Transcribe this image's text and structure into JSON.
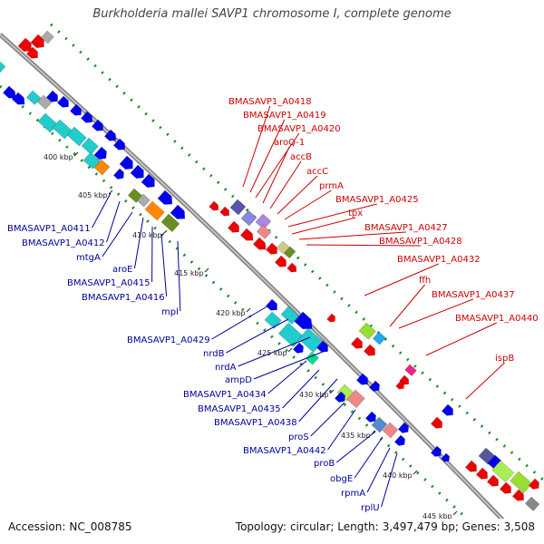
{
  "title": "Burkholderia mallei SAVP1 chromosome I, complete genome",
  "footer": {
    "accession_label": "Accession:",
    "accession": "NC_008785",
    "topology_label": "Topology:",
    "topology": "circular",
    "length_label": "Length:",
    "length": "3,497,479 bp",
    "genes_label": "Genes:",
    "genes": "3,508"
  },
  "colors": {
    "forward_strand": "#0000ee",
    "reverse_strand": "#ee0000",
    "backbone": "#888888",
    "tick_marks": "#008800",
    "forward_label": "#000099",
    "reverse_label": "#cc0000"
  },
  "ticks": [
    "400 kbp",
    "405 kbp",
    "410 kbp",
    "415 kbp",
    "420 kbp",
    "425 kbp",
    "430 kbp",
    "435 kbp",
    "440 kbp",
    "445 kbp"
  ],
  "forward_labels": [
    "BMASAVP1_A0411",
    "BMASAVP1_A0412",
    "mtgA",
    "aroE",
    "BMASAVP1_A0415",
    "BMASAVP1_A0416",
    "mpl",
    "BMASAVP1_A0429",
    "nrdB",
    "nrdA",
    "ampD",
    "BMASAVP1_A0434",
    "BMASAVP1_A0435",
    "BMASAVP1_A0438",
    "proS",
    "BMASAVP1_A0442",
    "proB",
    "obgE",
    "rpmA",
    "rplU"
  ],
  "reverse_labels": [
    "BMASAVP1_A0418",
    "BMASAVP1_A0419",
    "BMASAVP1_A0420",
    "aroQ-1",
    "accB",
    "accC",
    "prmA",
    "BMASAVP1_A0425",
    "tpx",
    "BMASAVP1_A0427",
    "BMASAVP1_A0428",
    "BMASAVP1_A0432",
    "ffh",
    "BMASAVP1_A0437",
    "BMASAVP1_A0440",
    "ispB"
  ]
}
